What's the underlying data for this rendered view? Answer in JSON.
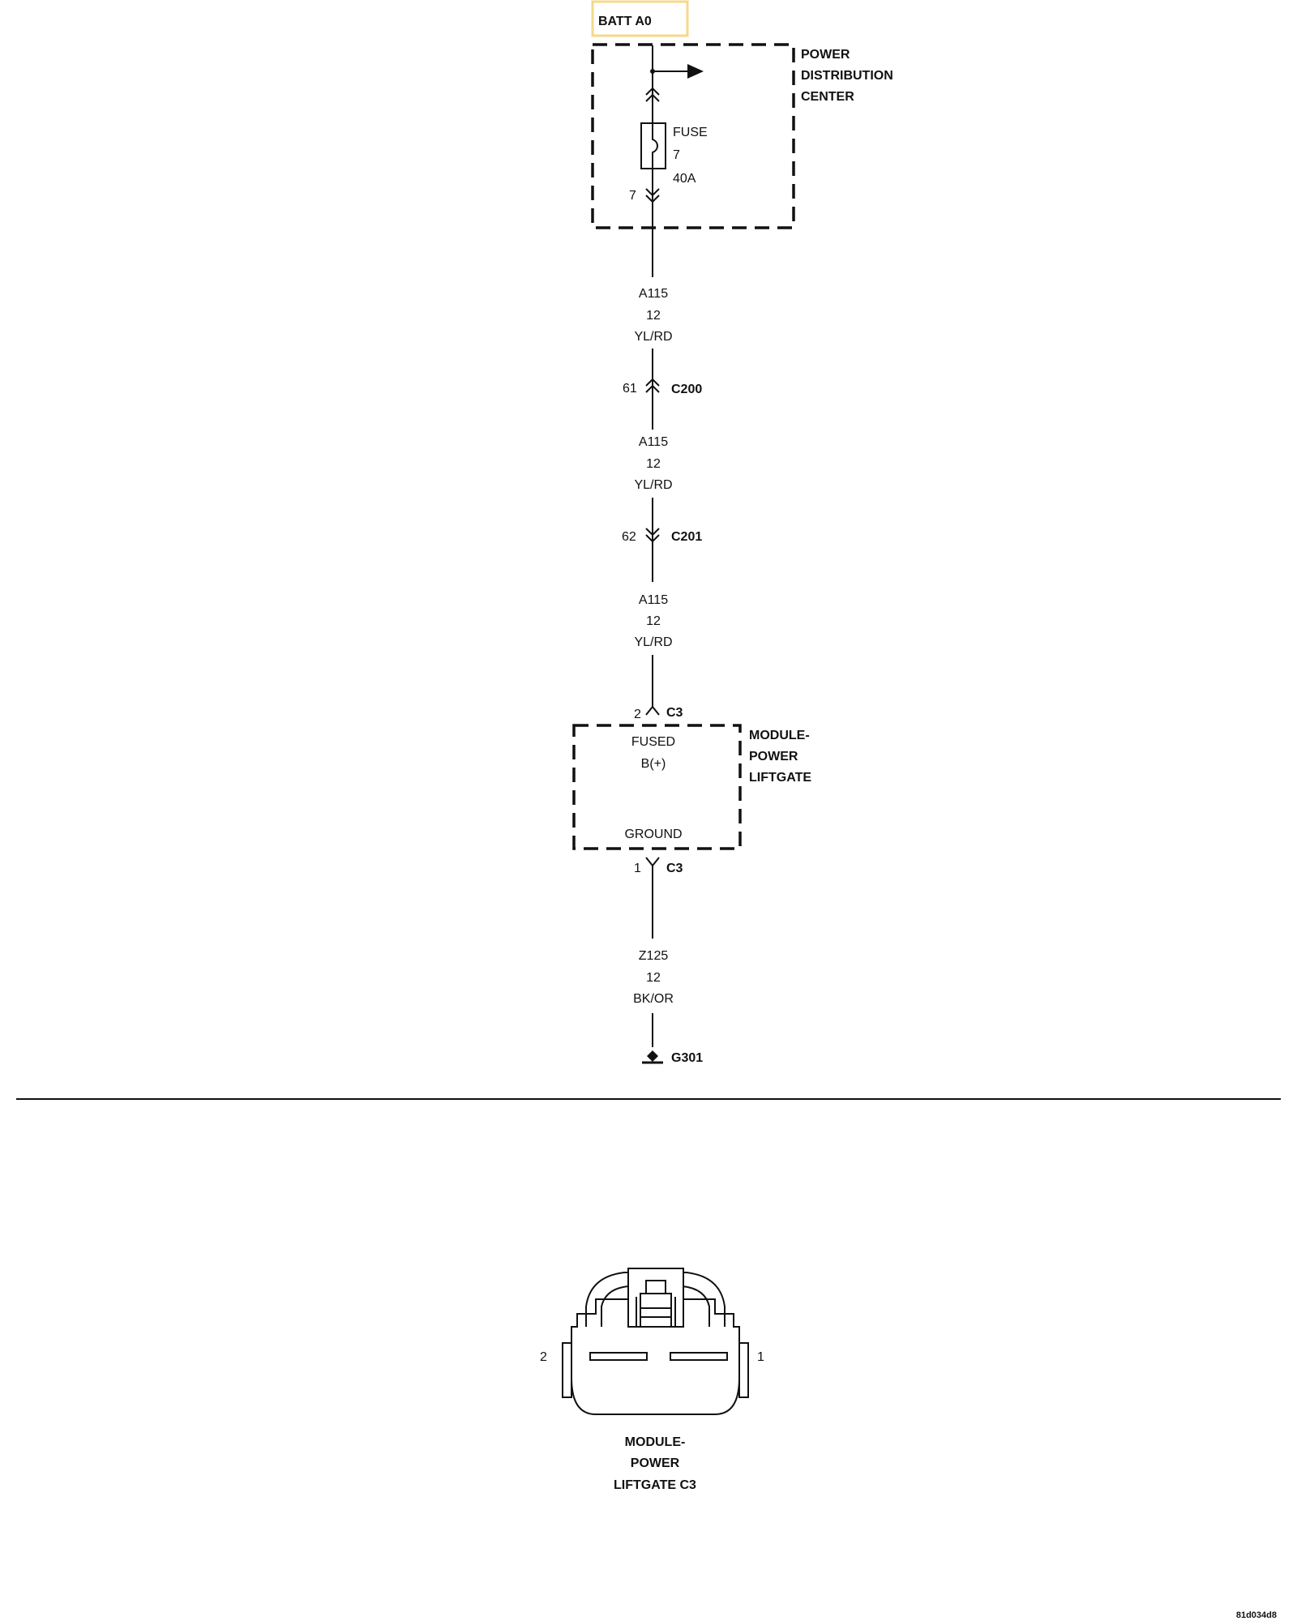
{
  "colors": {
    "line": "#111111",
    "highlight_border": "#f5d98a",
    "background": "#ffffff"
  },
  "battery": {
    "label": "BATT A0"
  },
  "pdc": {
    "title_lines": [
      "POWER",
      "DISTRIBUTION",
      "CENTER"
    ],
    "fuse": {
      "label": "FUSE",
      "number": "7",
      "rating": "40A",
      "pin": "7"
    }
  },
  "wire_segments": [
    {
      "circuit": "A115",
      "gauge": "12",
      "color": "YL/RD"
    },
    {
      "circuit": "A115",
      "gauge": "12",
      "color": "YL/RD"
    },
    {
      "circuit": "A115",
      "gauge": "12",
      "color": "YL/RD"
    },
    {
      "circuit": "Z125",
      "gauge": "12",
      "color": "BK/OR"
    }
  ],
  "inline_connectors": [
    {
      "pin": "61",
      "name": "C200"
    },
    {
      "pin": "62",
      "name": "C201"
    }
  ],
  "module": {
    "title_lines": [
      "MODULE-",
      "POWER",
      "LIFTGATE"
    ],
    "top_pin": {
      "pin": "2",
      "connector": "C3"
    },
    "bottom_pin": {
      "pin": "1",
      "connector": "C3"
    },
    "power_label_lines": [
      "FUSED",
      "B(+)"
    ],
    "ground_label": "GROUND"
  },
  "ground": {
    "name": "G301"
  },
  "connector_view": {
    "pin_left": "2",
    "pin_right": "1",
    "caption_lines": [
      "MODULE-",
      "POWER",
      "LIFTGATE C3"
    ]
  },
  "figure_id": "81d034d8"
}
